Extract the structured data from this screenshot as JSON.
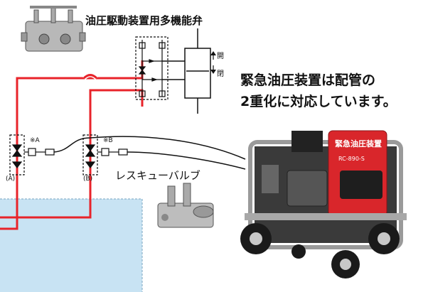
{
  "labels": {
    "multifunction_valve": "油圧駆動装置用多機能弁",
    "headline_line1": "緊急油圧装置は配管の",
    "headline_line2": "2重化に対応しています。",
    "rescue_valve": "レスキューバルブ",
    "open": "開",
    "close": "閉",
    "note_a": "※A",
    "note_b": "※B",
    "station_a": "(A)",
    "station_b": "(B)",
    "unit_panel_title": "緊急油圧装置",
    "unit_model": "RC-890-S"
  },
  "colors": {
    "pipe_red": "#e8232a",
    "tank_blue": "#c8e3f3",
    "frame_red": "#d9262b",
    "line_black": "#111111"
  }
}
